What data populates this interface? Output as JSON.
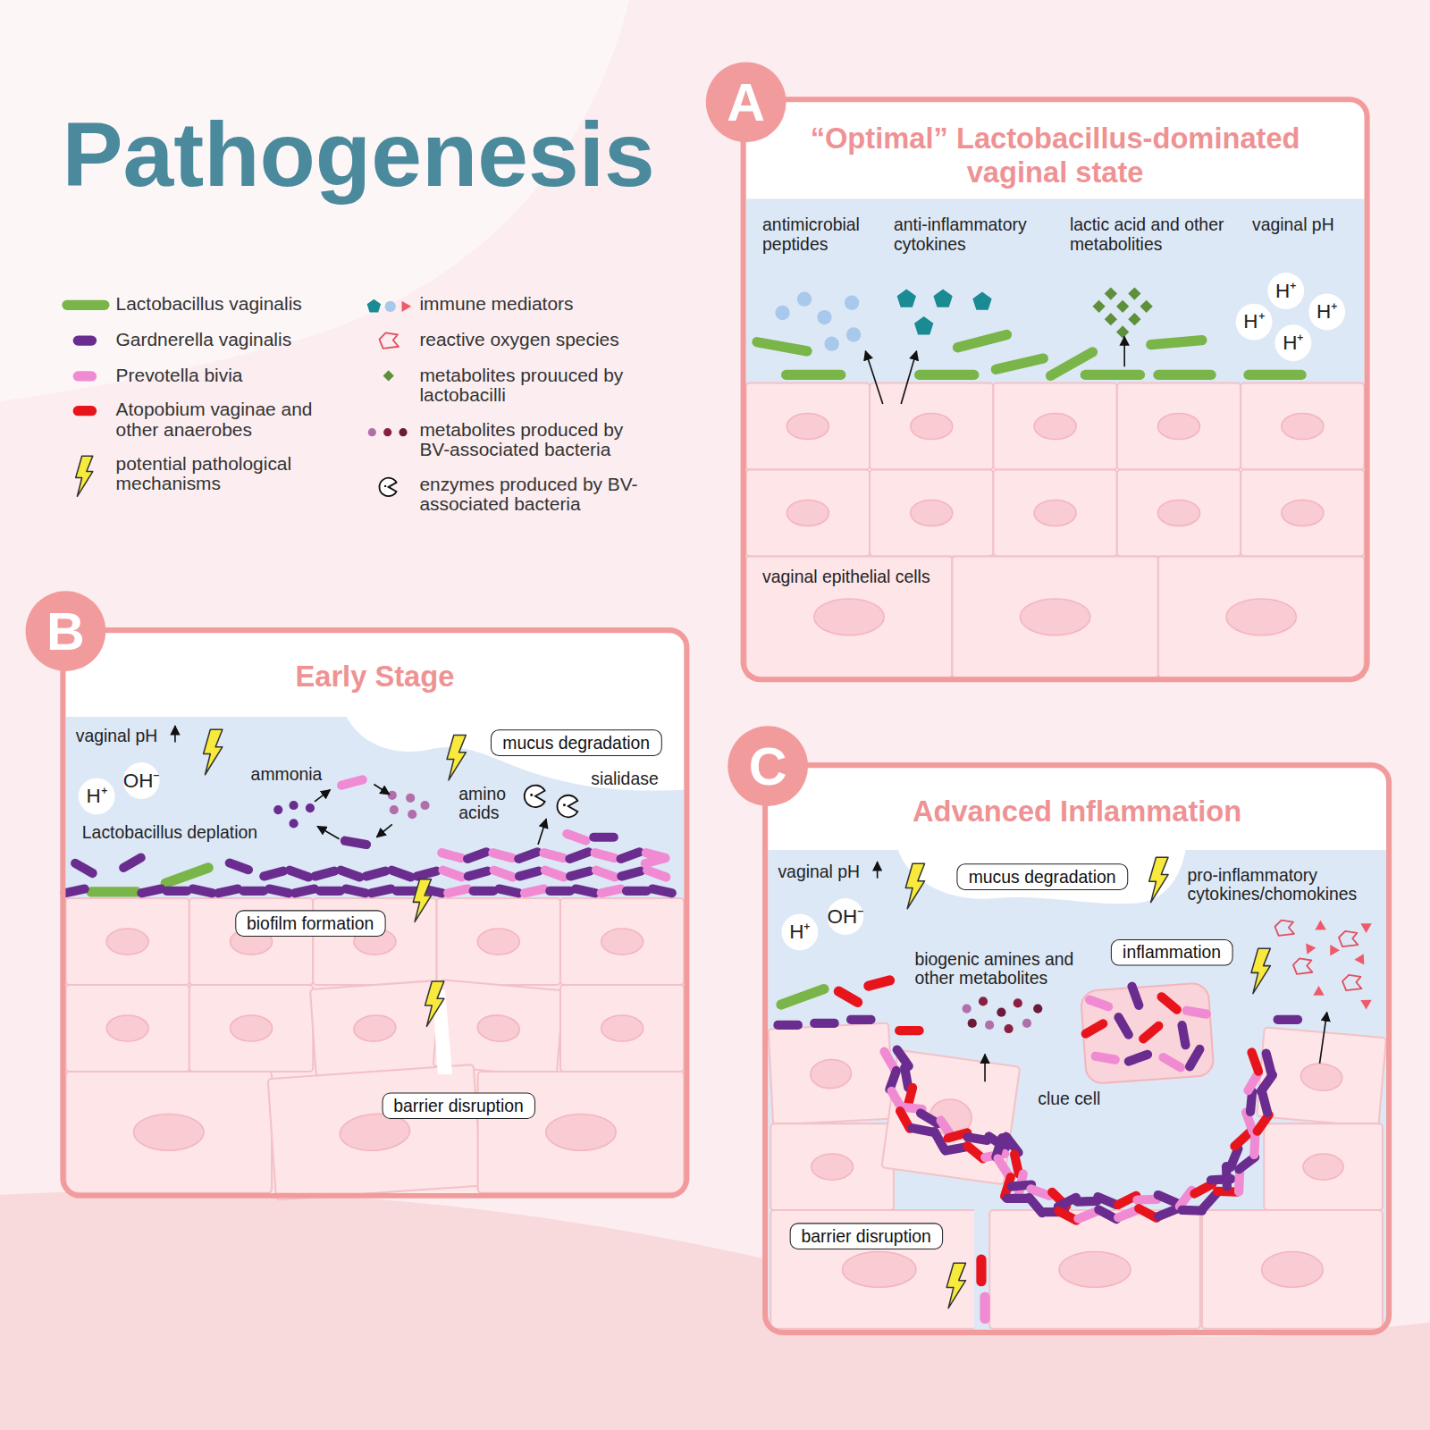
{
  "diagram": {
    "title": "Pathogenesis",
    "nodes": [
      {
        "text": [
          "“Optimal” Lactobacillus-dominated vaginal state"
        ]
      },
      {
        "text": [
          "A"
        ],
        "in": 0
      },
      {
        "text": [
          "Early Stage"
        ]
      },
      {
        "text": [
          "B"
        ],
        "in": 2
      },
      {
        "text": [
          "mucus degradation"
        ],
        "in": 2
      },
      {
        "text": [
          "biofilm formation"
        ],
        "in": 2
      },
      {
        "text": [
          "barrier disruption"
        ],
        "in": 2
      },
      {
        "text": [
          "Advanced Inflammation"
        ]
      },
      {
        "text": [
          "C"
        ],
        "in": 7
      },
      {
        "text": [
          "mucus degradation"
        ],
        "in": 7
      },
      {
        "text": [
          "inflammation"
        ],
        "in": 7
      },
      {
        "text": [
          "barrier disruption"
        ],
        "in": 7
      }
    ],
    "labels": [
      "antimicrobial peptides",
      "anti-inflammatory cytokines",
      "lactic acid and other metabolities",
      "vaginal pH",
      "H⁺",
      "H⁺",
      "H⁺",
      "H⁺",
      "vaginal epithelial cells",
      "vaginal pH",
      "H⁺",
      "OH⁻",
      "ammonia",
      "Lactobacillus deplation",
      "amino acids",
      "sialidase",
      "vaginal pH",
      "H⁺",
      "OH⁻",
      "pro-inflammatory cytokines/chomokines",
      "biogenic amines and other metabolites",
      "clue cell"
    ],
    "legend": [
      {
        "text": "Lactobacillus vaginalis",
        "color": "#79b548"
      },
      {
        "text": "Gardnerella vaginalis",
        "color": "#6a2c8e"
      },
      {
        "text": "Prevotella bivia",
        "color": "#f08bd3"
      },
      {
        "text": "Atopobium vaginae and other anaerobes",
        "color": "#e8141c"
      },
      {
        "text": "potential pathological mechanisms"
      },
      {
        "text": "immune mediators"
      },
      {
        "text": "reactive oxygen species"
      },
      {
        "text": "metabolites prouuced by lactobacilli"
      },
      {
        "text": "metabolites produced by BV-associated bacteria"
      },
      {
        "text": "enzymes produced by BV-associated bacteria"
      }
    ]
  }
}
